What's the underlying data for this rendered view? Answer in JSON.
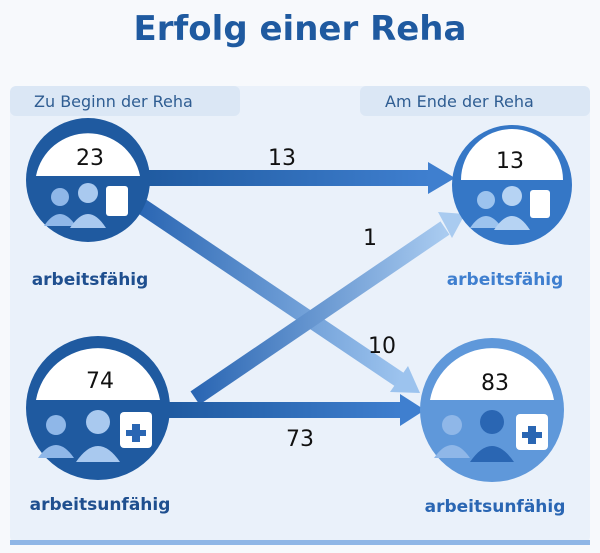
{
  "title": "Erfolg einer Reha",
  "headers": {
    "start": "Zu Beginn der Reha",
    "end": "Am Ende der Reha"
  },
  "nodes": {
    "start_fit": {
      "count": "23",
      "label": "arbeitsfähig",
      "icon": "patient-clipboard-icon"
    },
    "start_unfit": {
      "count": "74",
      "label": "arbeitsunfähig",
      "icon": "patient-medical-icon"
    },
    "end_fit": {
      "count": "13",
      "label": "arbeitsfähig",
      "icon": "patient-clipboard-icon"
    },
    "end_unfit": {
      "count": "83",
      "label": "arbeitsunfähig",
      "icon": "patient-medical-icon"
    }
  },
  "flows": {
    "fit_to_fit": "13",
    "fit_to_unfit": "10",
    "unfit_to_fit": "1",
    "unfit_to_unfit": "73"
  },
  "colors": {
    "primary": "#1f5aa0",
    "light": "#6fa3df",
    "panel": "#eaf1fa"
  }
}
